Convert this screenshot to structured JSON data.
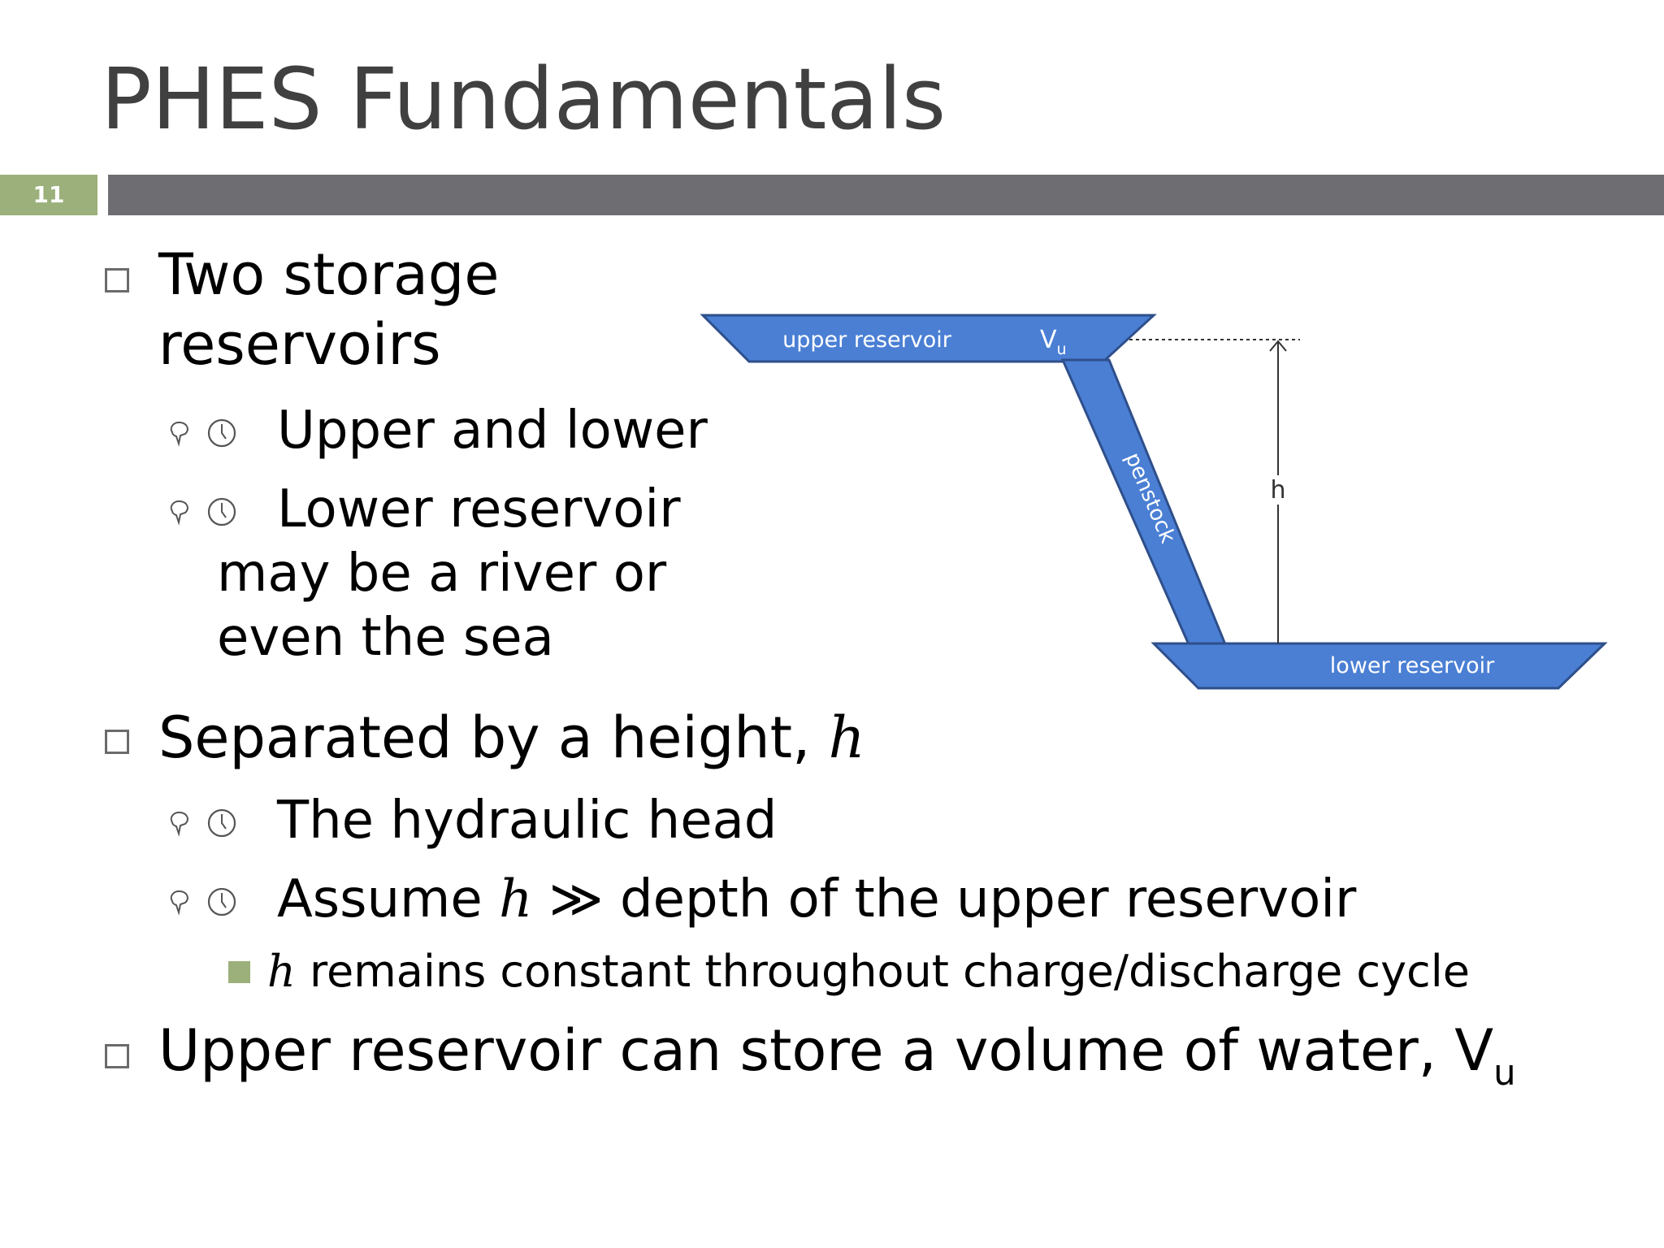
{
  "slide": {
    "title": "PHES Fundamentals",
    "number": "11"
  },
  "bullets": {
    "b1_line1": "Two storage",
    "b1_line2": "reservoirs",
    "b1a": "Upper and lower",
    "b1b_line1": "Lower reservoir",
    "b1b_line2": "may be a river or",
    "b1b_line3": "even the sea",
    "b2_text": "Separated by a height, ",
    "b2_var": "h",
    "b2a": "The hydraulic head",
    "b2b_pre": "Assume ",
    "b2b_var": "h",
    "b2b_op": " ≫ ",
    "b2b_post": "depth of the upper reservoir",
    "b2b1_var": "h",
    "b2b1_text": " remains constant throughout charge/discharge cycle",
    "b3_text": "Upper reservoir can store a volume of water, V",
    "b3_sub": "u"
  },
  "diagram": {
    "upper_label": "upper reservoir",
    "volume_label": "V",
    "volume_sub": "u",
    "penstock_label": "penstock",
    "height_label": "h",
    "lower_label": "lower reservoir",
    "water_color": "#4a7fd4"
  }
}
